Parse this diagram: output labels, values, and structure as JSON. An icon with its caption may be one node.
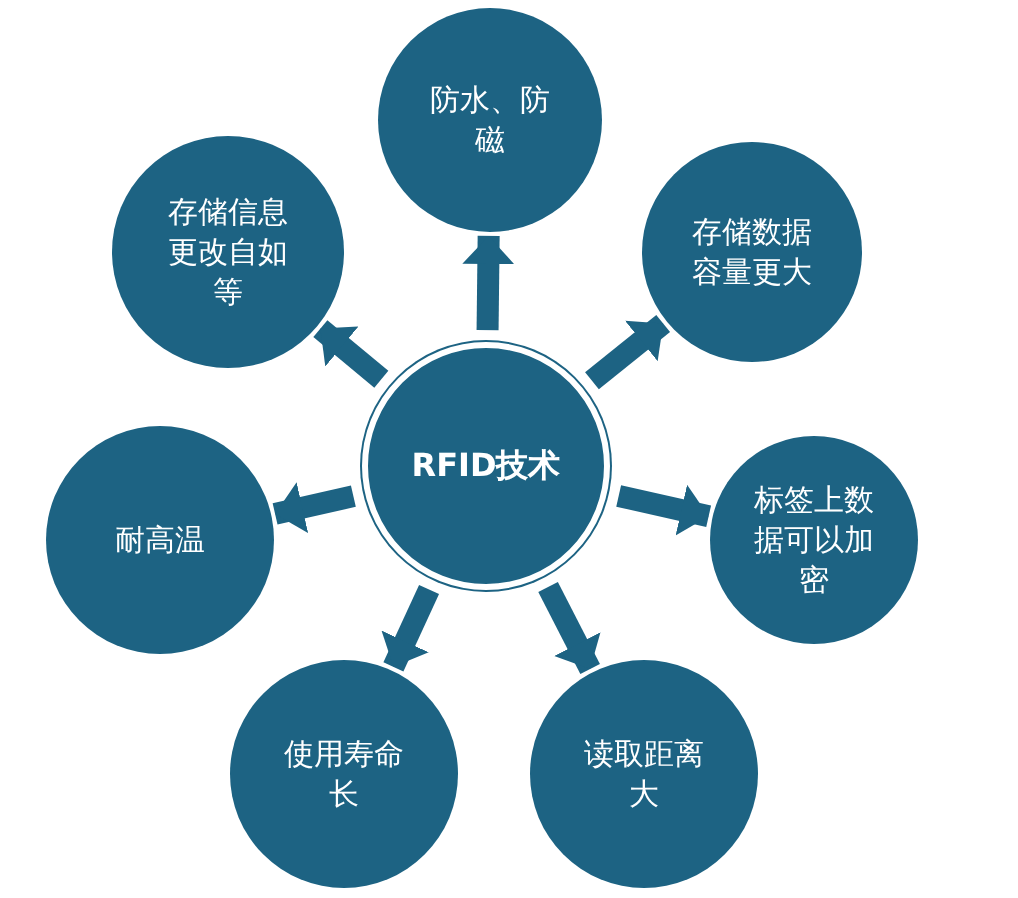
{
  "diagram": {
    "nodes": [
      {
        "text": [
          "RFID技术"
        ]
      },
      {
        "text": [
          "防水、防磁"
        ]
      },
      {
        "text": [
          "存储数据容量更大"
        ]
      },
      {
        "text": [
          "标签上数据可以加密"
        ]
      },
      {
        "text": [
          "读取距离大"
        ]
      },
      {
        "text": [
          "使用寿命长"
        ]
      },
      {
        "text": [
          "耐高温"
        ]
      },
      {
        "text": [
          "存储信息更改自如等"
        ]
      }
    ],
    "edges": [
      {
        "from": 0,
        "to": 1,
        "arrow": "to"
      },
      {
        "from": 0,
        "to": 2,
        "arrow": "to"
      },
      {
        "from": 0,
        "to": 3,
        "arrow": "to"
      },
      {
        "from": 0,
        "to": 4,
        "arrow": "to"
      },
      {
        "from": 0,
        "to": 5,
        "arrow": "to"
      },
      {
        "from": 0,
        "to": 6,
        "arrow": "to"
      },
      {
        "from": 0,
        "to": 7,
        "arrow": "to"
      }
    ]
  }
}
